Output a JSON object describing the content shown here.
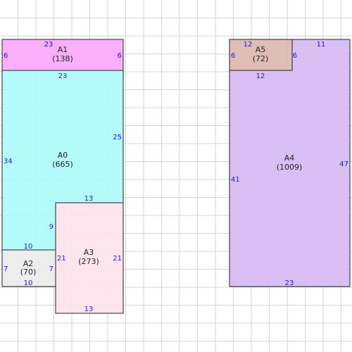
{
  "colors": {
    "grid": "#d4d4d4",
    "outline": "#222222",
    "dimension_text": "#1a1ad6"
  },
  "areas": [
    {
      "name": "A1",
      "value": "(138)",
      "fill": "#f9a8f9",
      "dims": {
        "top": "23",
        "bottom": "23",
        "left": "6",
        "right": "6"
      }
    },
    {
      "name": "A0",
      "value": "(665)",
      "fill": "#aefcfc",
      "dims": {
        "top": "",
        "bottom": "10",
        "left": "34",
        "right": "25"
      }
    },
    {
      "name": "A2",
      "value": "(70)",
      "fill": "#ececec",
      "dims": {
        "top": "",
        "bottom": "10",
        "left": "7",
        "right": "7"
      }
    },
    {
      "name": "A3",
      "value": "(273)",
      "fill": "#fde2ec",
      "dims": {
        "top": "13",
        "bottom": "13",
        "left": "21",
        "right": "21"
      }
    },
    {
      "name": "A4",
      "value": "(1009)",
      "fill": "#d7baf4",
      "dims": {
        "top": "11",
        "bottom": "23",
        "left": "41",
        "right": "47"
      }
    },
    {
      "name": "A5",
      "value": "(72)",
      "fill": "#dcb8b0",
      "dims": {
        "top": "12",
        "bottom": "12",
        "left": "6",
        "right": "6"
      }
    }
  ],
  "extra_labels": [
    {
      "text": "9"
    }
  ]
}
